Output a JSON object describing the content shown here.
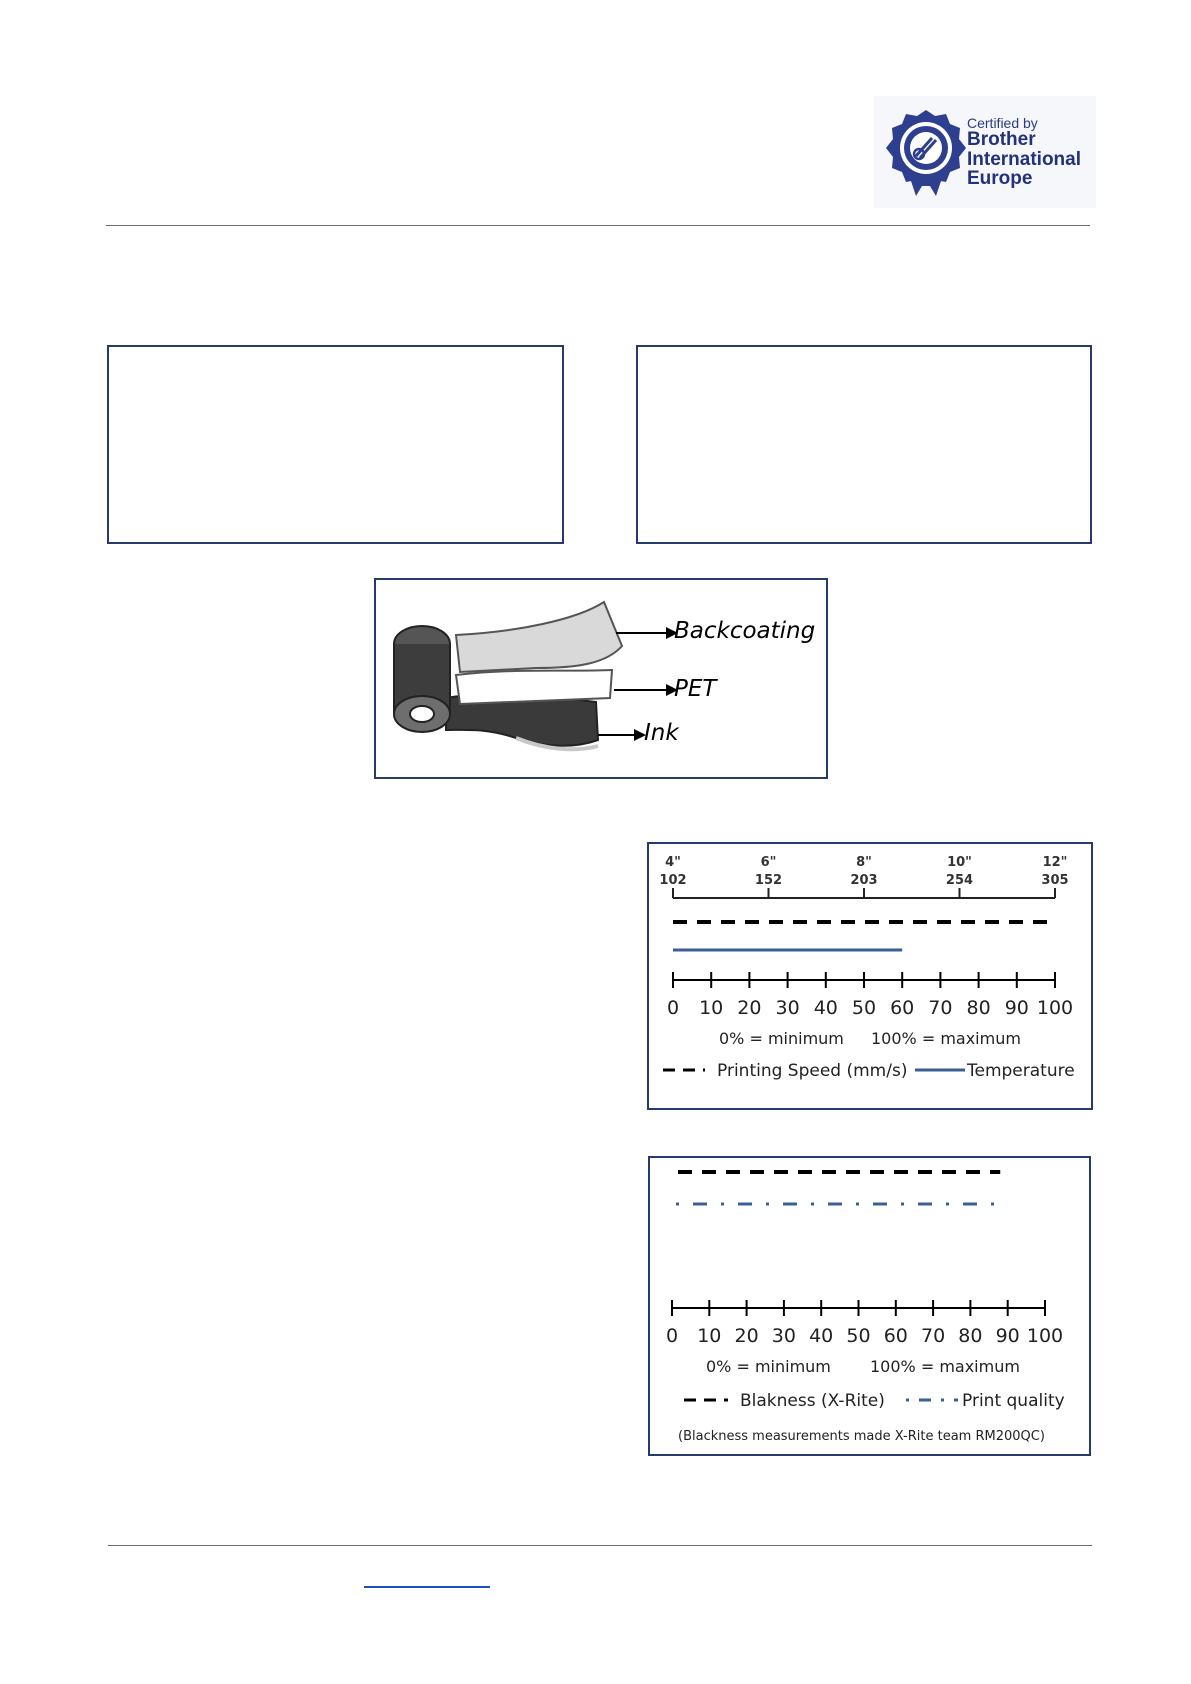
{
  "logo": {
    "line0": "Certified by",
    "line1": "Brother",
    "line2": "International",
    "line3": "Europe",
    "badge_color": "#2e3f8f"
  },
  "ribbon_diagram": {
    "labels": [
      "Backcoating",
      "PET",
      "Ink"
    ]
  },
  "chart1": {
    "inch_ticks": [
      {
        "inch": "4\"",
        "mm": "102"
      },
      {
        "inch": "6\"",
        "mm": "152"
      },
      {
        "inch": "8\"",
        "mm": "203"
      },
      {
        "inch": "10\"",
        "mm": "254"
      },
      {
        "inch": "12\"",
        "mm": "305"
      }
    ],
    "percent_ticks": [
      "0",
      "10",
      "20",
      "30",
      "40",
      "50",
      "60",
      "70",
      "80",
      "90",
      "100"
    ],
    "min_note": "0% = minimum",
    "max_note": "100% = maximum",
    "legend": [
      "Printing Speed (mm/s)",
      "Temperature"
    ]
  },
  "chart2": {
    "percent_ticks": [
      "0",
      "10",
      "20",
      "30",
      "40",
      "50",
      "60",
      "70",
      "80",
      "90",
      "100"
    ],
    "min_note": "0% = minimum",
    "max_note": "100% = maximum",
    "legend": [
      "Blakness (X-Rite)",
      "Print quality"
    ],
    "note": "(Blackness measurements made X-Rite team RM200QC)"
  },
  "chart_data": [
    {
      "type": "bar",
      "categories": [
        "Printing Speed (mm/s)",
        "Temperature"
      ],
      "values": [
        100,
        60
      ],
      "xlim": [
        0,
        100
      ],
      "xlabel": "",
      "ylabel": "",
      "legend_position": "bottom",
      "colors": [
        "#000000",
        "#3b5f94"
      ]
    },
    {
      "type": "bar",
      "categories": [
        "Blakness (X-Rite)",
        "Print quality"
      ],
      "values": [
        88,
        90
      ],
      "xlim": [
        0,
        100
      ],
      "xlabel": "",
      "ylabel": "",
      "legend_position": "bottom",
      "colors": [
        "#000000",
        "#3b5f94"
      ]
    }
  ]
}
